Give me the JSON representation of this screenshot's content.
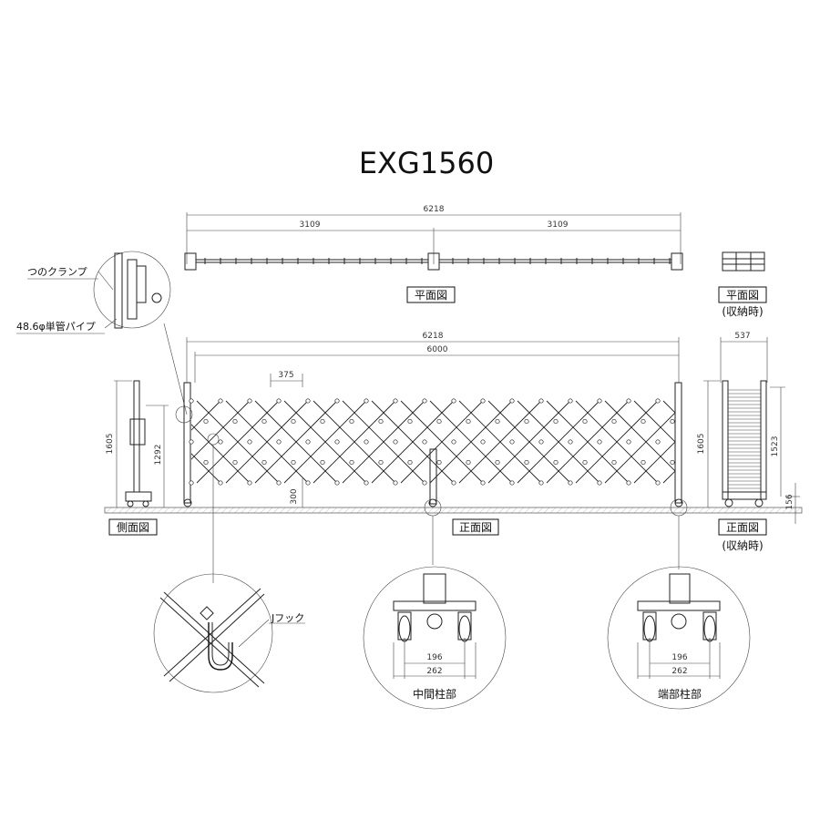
{
  "title": "EXG1560",
  "plan": {
    "overall": "6218",
    "half_left": "3109",
    "half_right": "3109",
    "label": "平面図",
    "stored_label_1": "平面図",
    "stored_label_2": "(収納時)"
  },
  "front": {
    "overall": "6218",
    "inner": "6000",
    "pitch": "375",
    "height_300": "300",
    "label": "正面図"
  },
  "side": {
    "height_1605": "1605",
    "height_1292": "1292",
    "label": "側面図",
    "clamp_label": "つのクランプ",
    "pipe_label": "48.6φ単管パイプ"
  },
  "stored_front": {
    "width": "537",
    "height_1605": "1605",
    "height_1523": "1523",
    "height_156": "156",
    "label_1": "正面図",
    "label_2": "(収納時)"
  },
  "details": {
    "hook_label": "Jフック",
    "middle": {
      "dim_inner": "196",
      "dim_outer": "262",
      "label": "中間柱部"
    },
    "end": {
      "dim_inner": "196",
      "dim_outer": "262",
      "label": "端部柱部"
    }
  }
}
